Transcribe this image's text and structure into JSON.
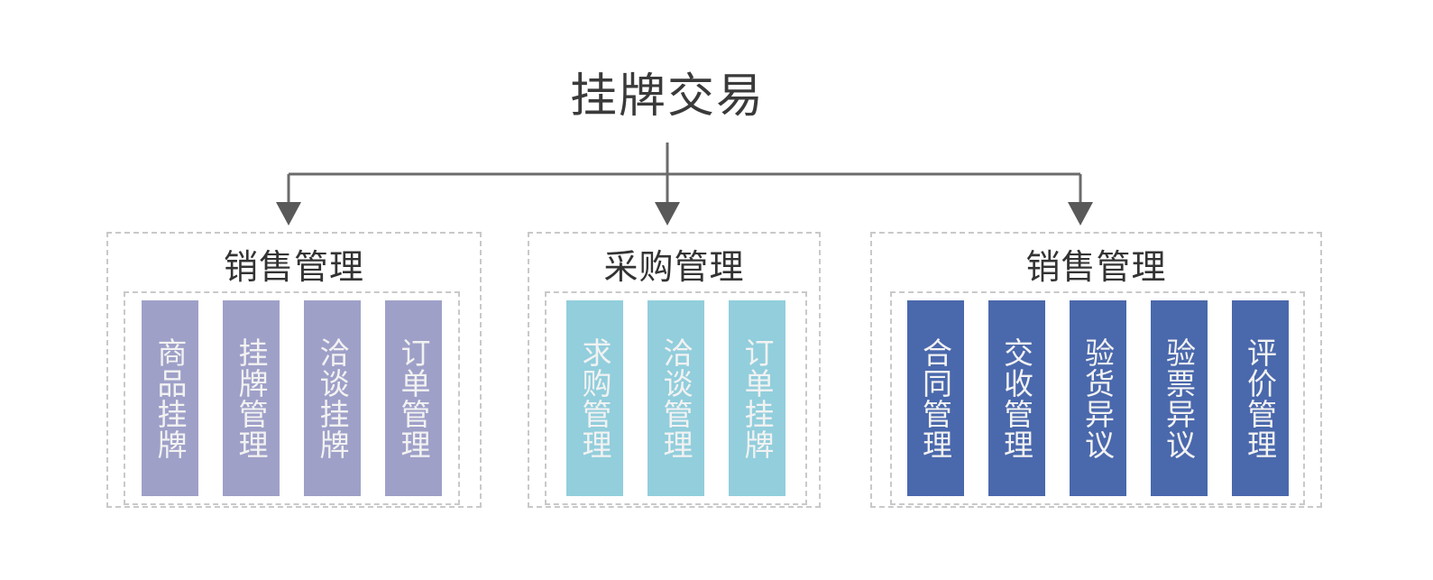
{
  "root": {
    "title": "挂牌交易",
    "title_color": "#3a3a3a"
  },
  "connector": {
    "line_color": "#6b6b6b",
    "arrow_color": "#595959"
  },
  "palette": {
    "group1_fill": "#9fa0c8",
    "group2_fill": "#92cedc",
    "group3_fill": "#4a68ac",
    "dashed_border": "#c9c9c9",
    "card_text": "#f2f2f2"
  },
  "groups": [
    {
      "title": "销售管理",
      "fill": "#9fa0c8",
      "items": [
        {
          "label": "商品挂牌"
        },
        {
          "label": "挂牌管理"
        },
        {
          "label": "洽谈挂牌"
        },
        {
          "label": "订单管理"
        }
      ]
    },
    {
      "title": "采购管理",
      "fill": "#92cedc",
      "items": [
        {
          "label": "求购管理"
        },
        {
          "label": "洽谈管理"
        },
        {
          "label": "订单挂牌"
        }
      ]
    },
    {
      "title": "销售管理",
      "fill": "#4a68ac",
      "items": [
        {
          "label": "合同管理"
        },
        {
          "label": "交收管理"
        },
        {
          "label": "验货异议"
        },
        {
          "label": "验票异议"
        },
        {
          "label": "评价管理"
        }
      ]
    }
  ]
}
